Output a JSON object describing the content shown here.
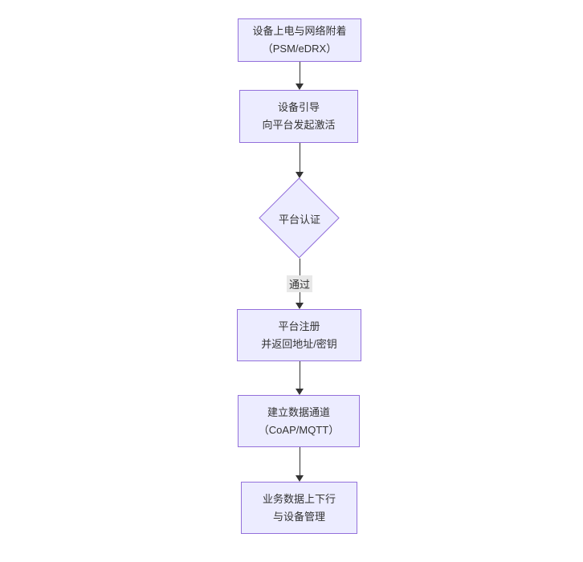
{
  "diagram": {
    "type": "flowchart",
    "direction": "top-down",
    "colors": {
      "background": "#ffffff",
      "node_fill": "#ECECFF",
      "node_border": "#9370DB",
      "text": "#333333",
      "arrow": "#333333",
      "edge_label_background": "#e8e8e8"
    },
    "nodes": [
      {
        "id": "attach",
        "shape": "rect",
        "line1": "设备上电与网络附着",
        "line2": "（PSM/eDRX）"
      },
      {
        "id": "boot",
        "shape": "rect",
        "line1": "设备引导",
        "line2": "向平台发起激活"
      },
      {
        "id": "auth",
        "shape": "diamond",
        "line1": "平台认证",
        "line2": ""
      },
      {
        "id": "register",
        "shape": "rect",
        "line1": "平台注册",
        "line2": "并返回地址/密钥"
      },
      {
        "id": "channel",
        "shape": "rect",
        "line1": "建立数据通道",
        "line2": "（CoAP/MQTT）"
      },
      {
        "id": "business",
        "shape": "rect",
        "line1": "业务数据上下行",
        "line2": "与设备管理"
      }
    ],
    "edges": [
      {
        "from": "attach",
        "to": "boot",
        "label": ""
      },
      {
        "from": "boot",
        "to": "auth",
        "label": ""
      },
      {
        "from": "auth",
        "to": "register",
        "label": "通过"
      },
      {
        "from": "register",
        "to": "channel",
        "label": ""
      },
      {
        "from": "channel",
        "to": "business",
        "label": ""
      }
    ]
  }
}
